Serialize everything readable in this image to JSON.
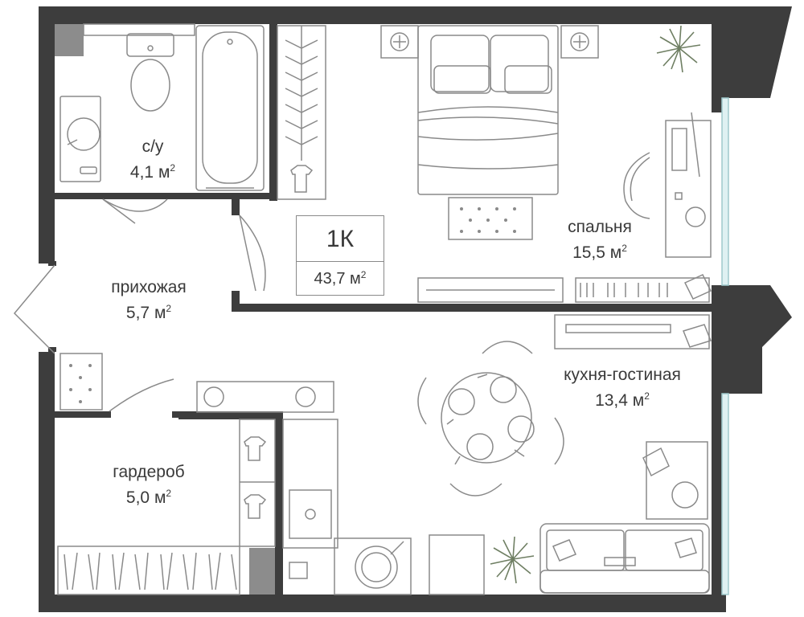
{
  "apartment": {
    "type": "1К",
    "total_area": "43,7 м",
    "area_unit_exponent": "2"
  },
  "rooms": {
    "bathroom": {
      "name": "с/у",
      "area": "4,1 м"
    },
    "bedroom": {
      "name": "спальня",
      "area": "15,5 м"
    },
    "hallway": {
      "name": "прихожая",
      "area": "5,7 м"
    },
    "kitchen_living": {
      "name": "кухня-гостиная",
      "area": "13,4 м"
    },
    "wardrobe": {
      "name": "гардероб",
      "area": "5,0 м"
    }
  },
  "colors": {
    "wall": "#3d3d3d",
    "furniture_line": "#8a8a8a",
    "window": "#bfe3e6",
    "plant": "#6f7f63",
    "floor": "#ffffff",
    "duct": "#8c8c8c"
  }
}
